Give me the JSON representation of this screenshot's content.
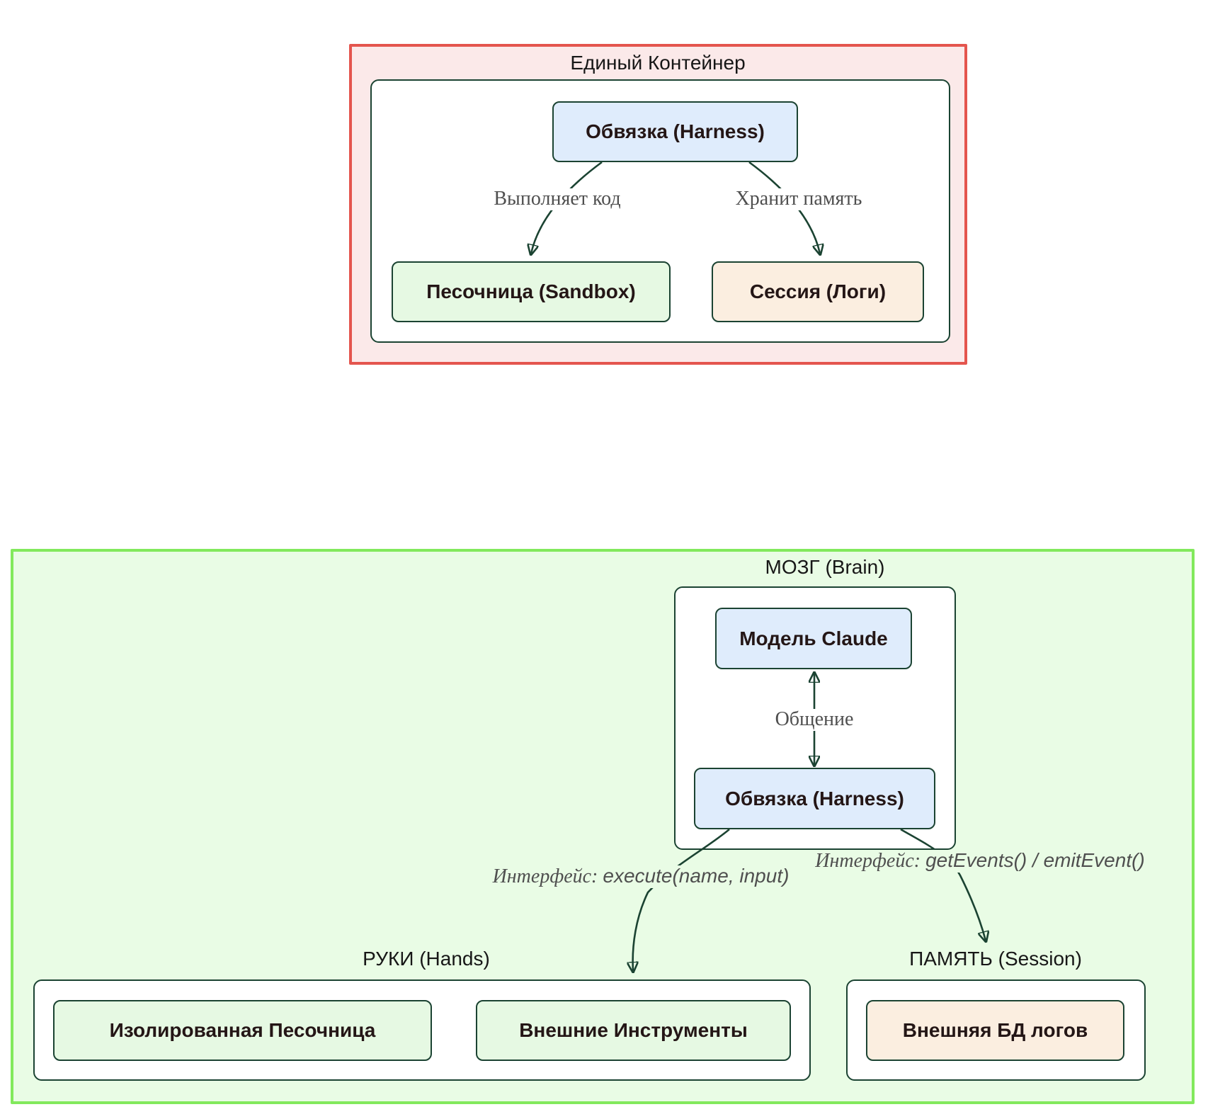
{
  "top_diagram": {
    "cluster_label": "Единый Контейнер",
    "harness_node": "Обвязка (Harness)",
    "edge_executes_code": "Выполняет код",
    "edge_stores_memory": "Хранит память",
    "sandbox_node": "Песочница (Sandbox)",
    "session_node": "Сессия (Логи)"
  },
  "bottom_diagram": {
    "brain_cluster_label": "МОЗГ (Brain)",
    "model_node": "Модель Claude",
    "edge_communication": "Общение",
    "harness_node": "Обвязка (Harness)",
    "edge_interface_execute_prefix": "Интерфейс:",
    "edge_interface_execute_code": "execute(name, input)",
    "edge_interface_events_prefix": "Интерфейс:",
    "edge_interface_events_code": "getEvents() / emitEvent()",
    "hands_cluster_label": "РУКИ (Hands)",
    "isolated_sandbox_node": "Изолированная Песочница",
    "external_tools_node": "Внешние Инструменты",
    "memory_cluster_label": "ПАМЯТЬ (Session)",
    "external_db_node": "Внешняя БД логов"
  },
  "colors": {
    "red_container_border": "#e4554e",
    "red_container_fill": "#fbe9e9",
    "green_container_border": "#82e95c",
    "green_container_fill": "#e9fce5",
    "cluster_box_border": "#1b4332",
    "node_blue_fill": "#dfecfc",
    "node_green_fill": "#e6f9e3",
    "node_tan_fill": "#fbeee0",
    "arrow_stroke": "#1b4332",
    "edge_label_text": "#4f4f4f",
    "node_text": "#241616"
  }
}
